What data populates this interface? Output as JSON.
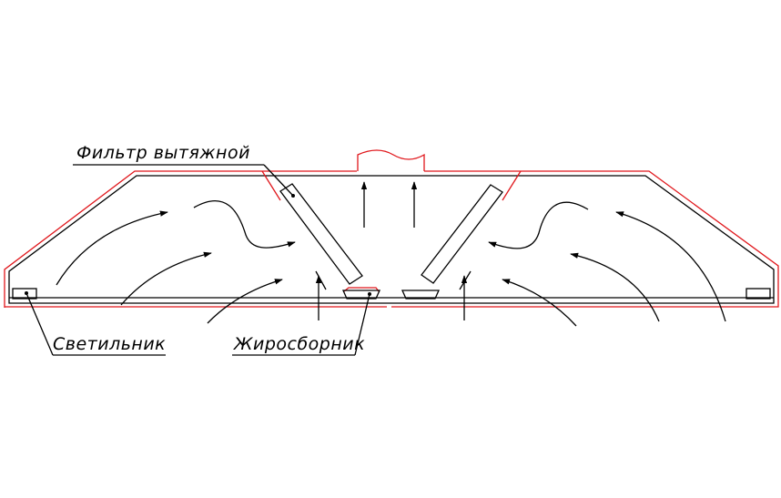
{
  "labels": {
    "filter": "Фильтр вытяжной",
    "lamp": "Светильник",
    "grease": "Жиросборник"
  },
  "colors": {
    "outline": "#000000",
    "accent": "#e0161b"
  }
}
